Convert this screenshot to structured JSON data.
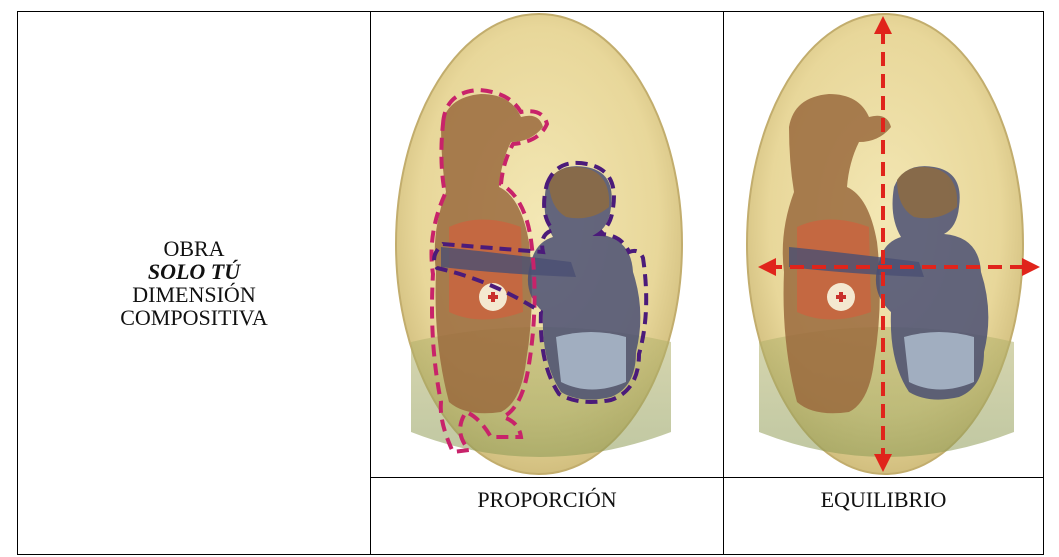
{
  "title_cell": {
    "line1": "OBRA",
    "line2": "SOLO TÚ",
    "line3": "DIMENSIÓN",
    "line4": "COMPOSITIVA"
  },
  "columns": [
    {
      "label": "PROPORCIÓN"
    },
    {
      "label": "EQUILIBRIO"
    }
  ],
  "colors": {
    "dog_outline": "#c8236a",
    "child_outline": "#4b1b7a",
    "axes": "#e0241b",
    "oval_bg": "#e6d69a"
  }
}
